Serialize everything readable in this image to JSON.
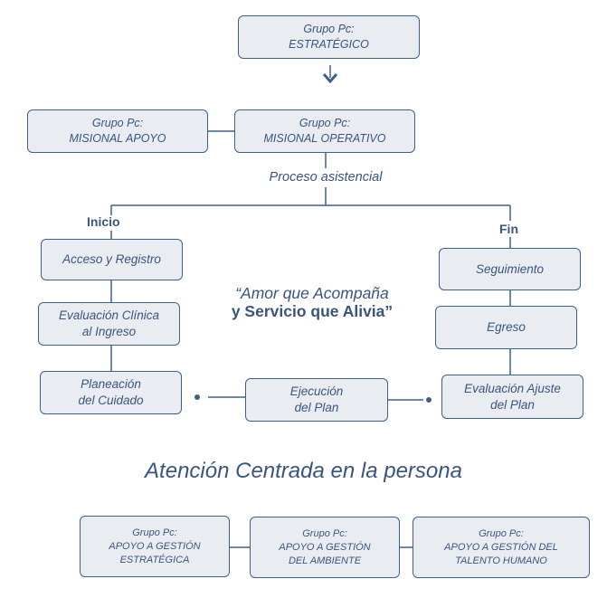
{
  "top": {
    "line1": "Grupo Pc:",
    "line2": "ESTRATÉGICO"
  },
  "misional_apoyo": {
    "line1": "Grupo Pc:",
    "line2": "MISIONAL APOYO"
  },
  "misional_operativo": {
    "line1": "Grupo Pc:",
    "line2": "MISIONAL OPERATIVO"
  },
  "process_label": "Proceso asistencial",
  "start_label": "Inicio",
  "end_label": "Fin",
  "left_column": [
    {
      "line1": "Acceso y Registro",
      "line2": ""
    },
    {
      "line1": "Evaluación Clínica",
      "line2": "al Ingreso"
    },
    {
      "line1": "Planeación",
      "line2": "del Cuidado"
    }
  ],
  "right_column": [
    {
      "line1": "Seguimiento",
      "line2": ""
    },
    {
      "line1": "Egreso",
      "line2": ""
    },
    {
      "line1": "Evaluación Ajuste",
      "line2": "del Plan"
    }
  ],
  "execution": {
    "line1": "Ejecución",
    "line2": "del Plan"
  },
  "motto": {
    "line1": "“Amor que Acompaña",
    "line2": "y Servicio que Alivia”"
  },
  "headline": "Atención Centrada en la persona",
  "support": [
    {
      "line1": "Grupo Pc:",
      "line2": "APOYO A GESTIÓN",
      "line3": "ESTRATÉGICA"
    },
    {
      "line1": "Grupo Pc:",
      "line2": "APOYO A GESTIÓN",
      "line3": "DEL AMBIENTE"
    },
    {
      "line1": "Grupo Pc:",
      "line2": "APOYO A GESTIÓN DEL",
      "line3": "TALENTO HUMANO"
    }
  ],
  "colors": {
    "border": "#3f5f8f",
    "fill": "#e9edf1",
    "text": "#3a5480"
  }
}
